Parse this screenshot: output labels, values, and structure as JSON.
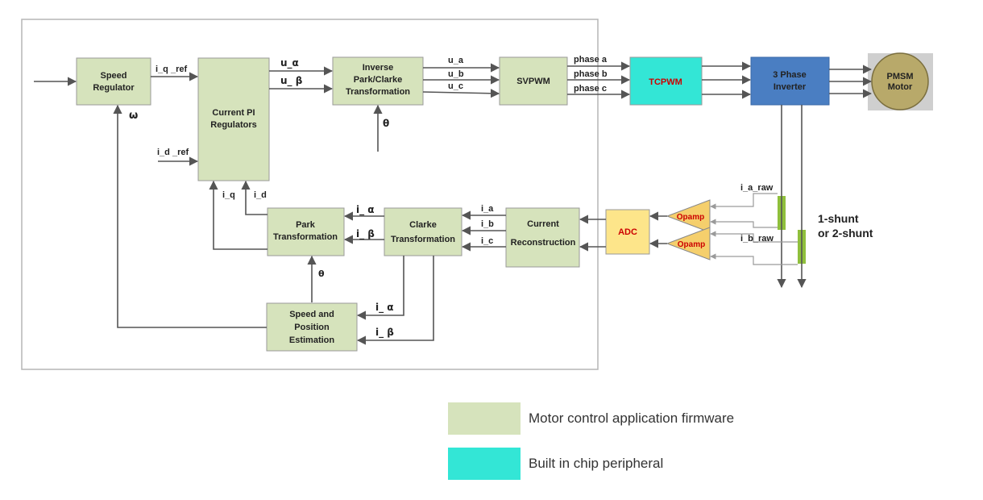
{
  "colors": {
    "firmware": "#d6e3bc",
    "peripheral": "#33e6d6",
    "inverter": "#4a7ec2",
    "adc": "#fde58a",
    "opamp": "#f5cf6c",
    "opamp_text": "#cc0000",
    "motor": "#b8a96a",
    "motor_bg": "#cfcfcf",
    "shunt": "#8fbf3c",
    "frame": "#b5b5b5",
    "red_text": "#cc0000"
  },
  "blocks": {
    "speed_regulator": [
      "Speed",
      "Regulator"
    ],
    "current_pi": [
      "Current PI",
      "Regulators"
    ],
    "inverse_park": [
      "Inverse",
      "Park/Clarke",
      "Transformation"
    ],
    "svpwm": [
      "SVPWM"
    ],
    "tcpwm": [
      "TCPWM"
    ],
    "inverter": [
      "3  Phase",
      "Inverter"
    ],
    "motor": [
      "PMSM",
      "Motor"
    ],
    "park": [
      "Park",
      "Transformation"
    ],
    "clarke": [
      "Clarke",
      "Transformation"
    ],
    "current_recon": [
      "Current",
      "Reconstruction"
    ],
    "adc": [
      "ADC"
    ],
    "opamp_a": [
      "Opamp"
    ],
    "opamp_b": [
      "Opamp"
    ],
    "speed_pos": [
      "Speed and",
      "Position",
      "Estimation"
    ]
  },
  "signals": {
    "iq_ref": "i_q _ref",
    "id_ref": "i_d _ref",
    "omega": "ω",
    "u_alpha": "u_α",
    "u_beta": "u_ β",
    "u_a": "u_a",
    "u_b": "u_b",
    "u_c": "u_c",
    "phase_a": "phase a",
    "phase_b": "phase b",
    "phase_c": "phase c",
    "theta_top": "θ",
    "theta_mid": "θ",
    "i_q": "i_q",
    "i_d": "i_d",
    "i_alpha_park": "i_ α",
    "i_beta_park": "i_ β",
    "i_a": "i_a",
    "i_b": "i_b",
    "i_c": "i_c",
    "i_alpha_est": "i_ α",
    "i_beta_est": "i_ β",
    "i_a_raw": "i_a_raw",
    "i_b_raw": "i_b_raw",
    "shunt_label_1": "1-shunt",
    "shunt_label_2": "or 2-shunt"
  },
  "legend": [
    {
      "label": "Motor control application firmware",
      "color": "#d6e3bc"
    },
    {
      "label": "Built in chip peripheral",
      "color": "#33e6d6"
    }
  ]
}
